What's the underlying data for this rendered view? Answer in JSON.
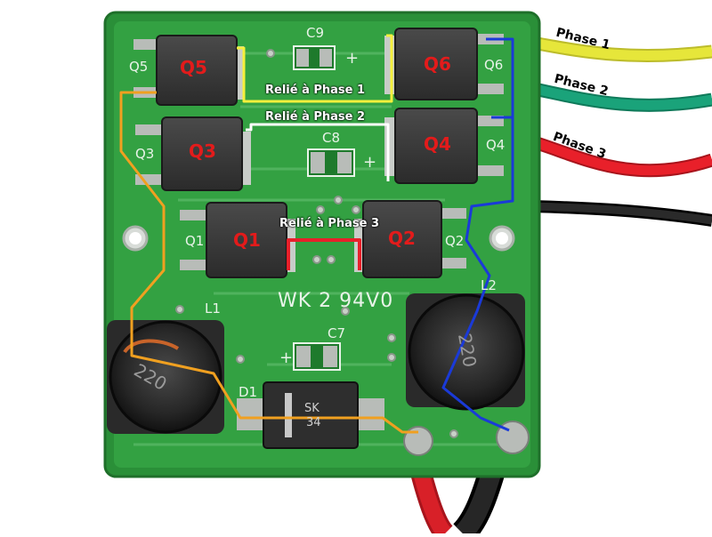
{
  "board": {
    "transistors": [
      {
        "id": "q5",
        "label": "Q5",
        "silk": "Q5"
      },
      {
        "id": "q6",
        "label": "Q6",
        "silk": "Q6"
      },
      {
        "id": "q3",
        "label": "Q3",
        "silk": "Q3"
      },
      {
        "id": "q4",
        "label": "Q4",
        "silk": "Q4"
      },
      {
        "id": "q1",
        "label": "Q1",
        "silk": "Q1"
      },
      {
        "id": "q2",
        "label": "Q2",
        "silk": "Q2"
      }
    ],
    "capacitors": [
      "C9",
      "C8",
      "C7"
    ],
    "inductors": [
      "L1",
      "L2"
    ],
    "inductor_marking": "220",
    "diode": {
      "silk": "D1",
      "marking_line1": "SK",
      "marking_line2": "34"
    },
    "board_marking": "WK 2 94V0",
    "plus_sign": "+"
  },
  "annotations": {
    "phase1_link": "Relié à Phase 1",
    "phase2_link": "Relié à Phase 2",
    "phase3_link": "Relié à Phase 3"
  },
  "wires": [
    {
      "label": "Phase 1",
      "color": "#e6e63a"
    },
    {
      "label": "Phase 2",
      "color": "#1aa37a"
    },
    {
      "label": "Phase 3",
      "color": "#e8202a"
    },
    {
      "label": "",
      "color": "#1a1a1a"
    }
  ],
  "colors": {
    "pcb": "#2e9a3c",
    "trace_orange": "#f0a020",
    "trace_blue": "#1a3ad8",
    "trace_yellow": "#f5f03c",
    "trace_red": "#e8202a",
    "mosfet_body": "#3a3a3a"
  }
}
